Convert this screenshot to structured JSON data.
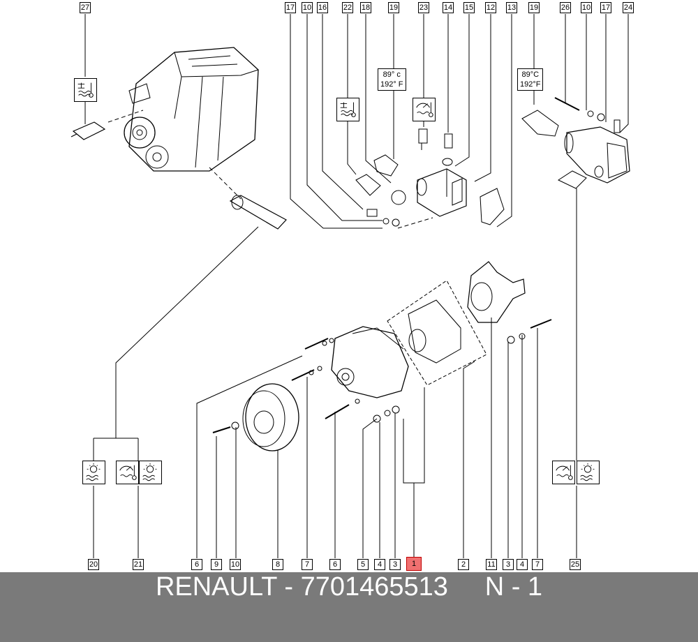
{
  "diagram": {
    "callouts": {
      "c27": "27",
      "c17a": "17",
      "c10a": "10",
      "c16": "16",
      "c22": "22",
      "c18": "18",
      "c19a": "19",
      "c23": "23",
      "c14": "14",
      "c15": "15",
      "c12": "12",
      "c13": "13",
      "c19b": "19",
      "c26": "26",
      "c10b": "10",
      "c17b": "17",
      "c24": "24",
      "b20": "20",
      "b21": "21",
      "b6a": "6",
      "b9": "9",
      "b10": "10",
      "b8": "8",
      "b7a": "7",
      "b6b": "6",
      "b5": "5",
      "b4a": "4",
      "b3a": "3",
      "b1": "1",
      "b2": "2",
      "b11": "11",
      "b3b": "3",
      "b4b": "4",
      "b7b": "7",
      "b25": "25"
    },
    "temp_labels": {
      "left": {
        "line1": "89° c",
        "line2": "192° F"
      },
      "right": {
        "line1": "89°C",
        "line2": "192°F"
      }
    },
    "highlight_color": "#f07070"
  },
  "footer": {
    "text": "RENAULT - 7701465513     N - 1",
    "background": "#7a7a7a"
  }
}
